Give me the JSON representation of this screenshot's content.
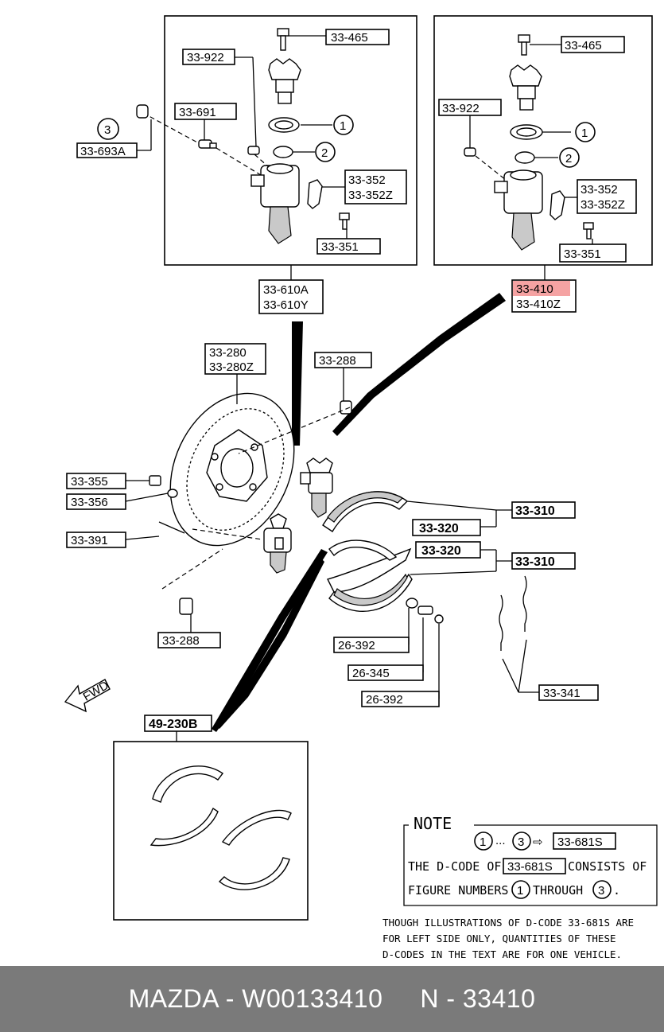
{
  "labels": {
    "top_left": {
      "l33_465": "33-465",
      "l33_922": "33-922",
      "l33_691": "33-691",
      "l33_352": "33-352",
      "l33_352z": "33-352Z",
      "l33_351": "33-351",
      "circle1": "1",
      "circle2": "2"
    },
    "top_right": {
      "l33_465": "33-465",
      "l33_922": "33-922",
      "l33_352": "33-352",
      "l33_352z": "33-352Z",
      "l33_351": "33-351",
      "circle1": "1",
      "circle2": "2"
    },
    "l33_693a": "33-693A",
    "circle3": "3",
    "l33_610a": "33-610A",
    "l33_610y": "33-610Y",
    "l33_410": "33-410",
    "l33_410z": "33-410Z",
    "l33_280": "33-280",
    "l33_280z": "33-280Z",
    "l33_288_top": "33-288",
    "l33_355": "33-355",
    "l33_356": "33-356",
    "l33_391": "33-391",
    "l33_288_bottom": "33-288",
    "l33_320_top": "33-320",
    "l33_310_top": "33-310",
    "l33_320_bottom": "33-320",
    "l33_310_bottom": "33-310",
    "l26_392_a": "26-392",
    "l26_345": "26-345",
    "l26_392_b": "26-392",
    "l33_341": "33-341",
    "fwd": "FWD",
    "l49_230b": "49-230B"
  },
  "note": {
    "title": "NOTE",
    "circle1": "1",
    "dots": "...",
    "circle3": "3",
    "arrow": "⇨",
    "code": "33-681S",
    "line2_a": "THE D-CODE OF",
    "line2_code": "33-681S",
    "line2_b": "CONSISTS OF",
    "line3_a": "FIGURE NUMBERS",
    "line3_c1": "1",
    "line3_b": "THROUGH",
    "line3_c3": "3",
    "line3_end": "."
  },
  "disclaimer": {
    "line1": "THOUGH ILLUSTRATIONS OF D-CODE 33-681S ARE",
    "line2": "FOR LEFT SIDE ONLY, QUANTITIES OF THESE",
    "line3": "D-CODES IN THE TEXT ARE FOR ONE VEHICLE."
  },
  "highlight_color": "#f5a3a3",
  "footer": {
    "text": "MAZDA - W00133410     N - 33410",
    "background": "#7a7a7a"
  }
}
